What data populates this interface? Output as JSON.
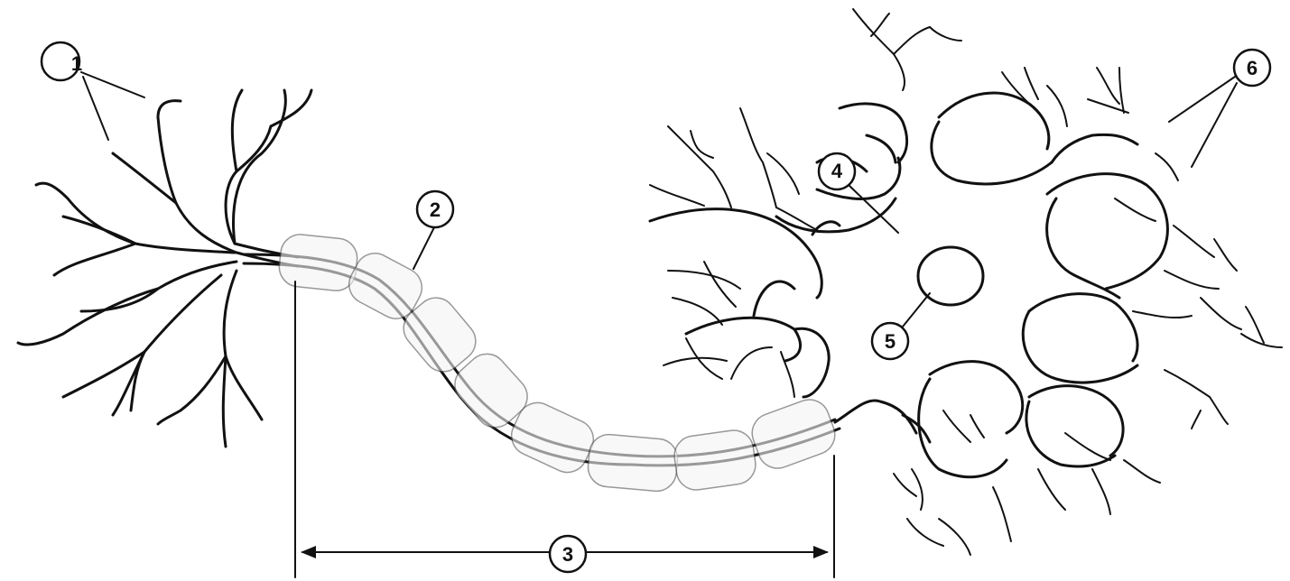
{
  "labels": [
    {
      "id": "label-1",
      "text": "1"
    },
    {
      "id": "label-2",
      "text": "2"
    },
    {
      "id": "label-3",
      "text": "3"
    },
    {
      "id": "label-4",
      "text": "4"
    },
    {
      "id": "label-5",
      "text": "5"
    },
    {
      "id": "label-6",
      "text": "6"
    }
  ]
}
